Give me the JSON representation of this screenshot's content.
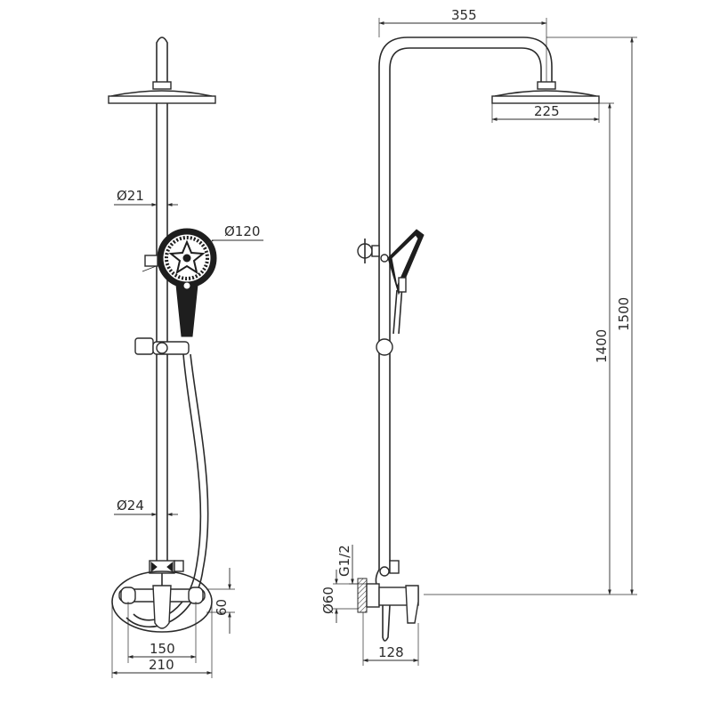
{
  "front_view": {
    "head_diameter_label": "Ø120",
    "upper_pipe_label": "Ø21",
    "lower_pipe_label": "Ø24",
    "wall_plate_height": "60",
    "mount_spacing": "150",
    "overall_width": "210"
  },
  "side_view": {
    "arm_reach": "355",
    "overhead_width": "225",
    "total_height": "1500",
    "shower_height": "1400",
    "thread_label": "G1/2",
    "flange_diameter": "Ø60",
    "mixer_depth": "128"
  },
  "colors": {
    "line": "#2b2b2b",
    "fill": "#1e1e1e",
    "background": "#ffffff"
  }
}
